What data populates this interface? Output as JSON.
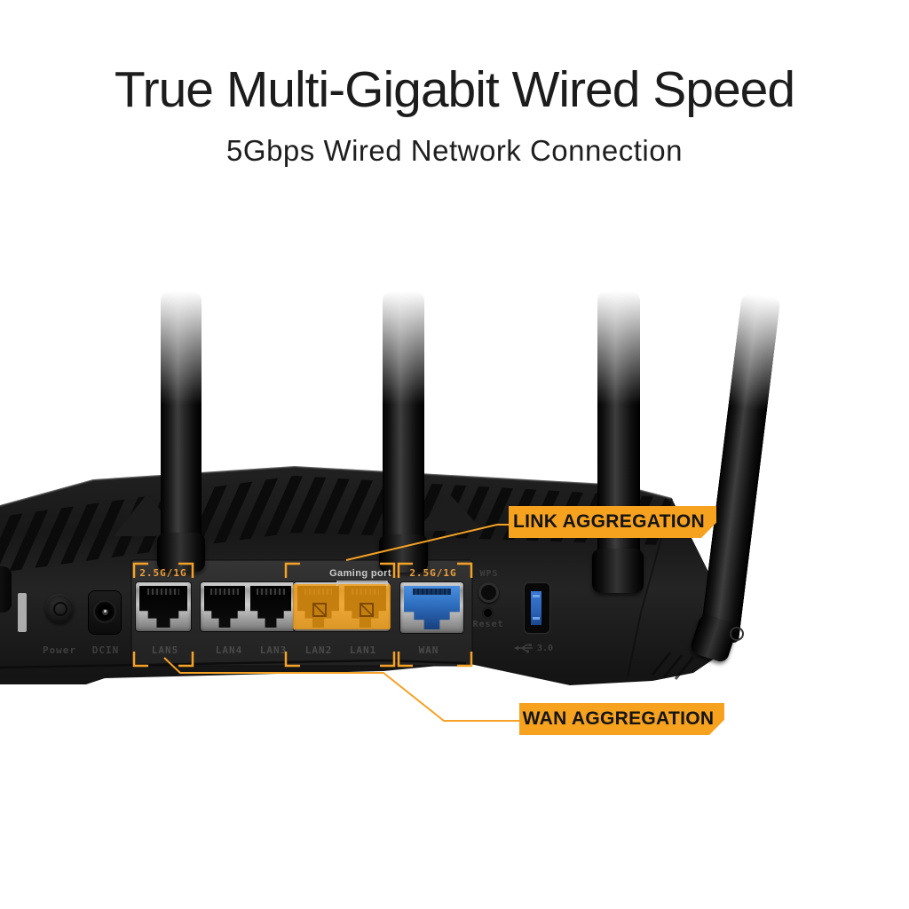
{
  "header": {
    "title": "True Multi-Gigabit Wired Speed",
    "subtitle": "5Gbps Wired Network Connection"
  },
  "callouts": {
    "link_aggregation": "LINK AGGREGATION",
    "wan_aggregation": "WAN AGGREGATION"
  },
  "rear_panel": {
    "power_label": "Power",
    "dcin_label": "DCIN",
    "wps_label": "WPS",
    "reset_label": "Reset",
    "usb_speed_label": "3.0",
    "gaming_port_label": "Gaming port",
    "lan5_speed_label": "2.5G/1G",
    "wan_speed_label": "2.5G/1G",
    "port_labels": [
      "LAN5",
      "LAN4",
      "LAN3",
      "LAN2",
      "LAN1",
      "WAN"
    ]
  },
  "colors": {
    "accent_orange": "#F5A21F",
    "wan_port_blue": "#2E6FC0",
    "usb_port_blue": "#2A62B8",
    "title_text": "#1C1C1C"
  }
}
